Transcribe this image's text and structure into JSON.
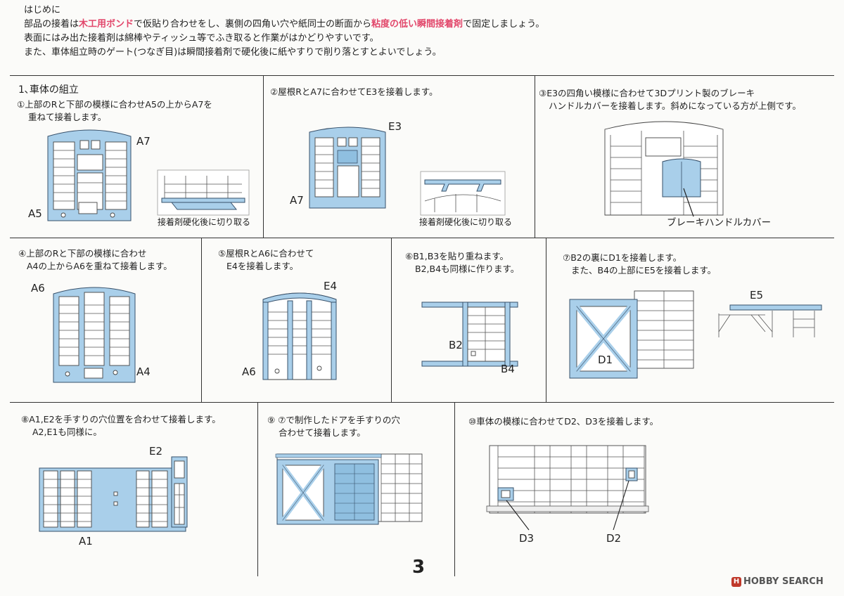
{
  "intro": {
    "heading": "はじめに",
    "line1_a": "部品の接着は",
    "line1_hl1": "木工用ボンド",
    "line1_b": "で仮貼り合わせをし、裏側の四角い穴や紙同士の断面から",
    "line1_hl2": "粘度の低い瞬間接着剤",
    "line1_c": "で固定しましょう。",
    "line2": "表面にはみ出た接着剤は綿棒やティッシュ等でふき取ると作業がはかどりやすいです。",
    "line3": "また、車体組立時のゲート(つなぎ目)は瞬間接着剤で硬化後に紙やすりで削り落とすとよいでしょう。"
  },
  "steps": {
    "s1": {
      "title": "1､車体の組立",
      "line1": "①上部のRと下部の模様に合わせA5の上からA7を",
      "line2": "重ねて接着します。",
      "label_top": "A7",
      "label_bottom": "A5",
      "inset": "接着剤硬化後に切り取る"
    },
    "s2": {
      "line1": "②屋根RとA7に合わせてE3を接着します。",
      "label_top": "E3",
      "label_bottom": "A7",
      "inset": "接着剤硬化後に切り取る"
    },
    "s3": {
      "line1": "③E3の四角い模様に合わせて3Dプリント製のブレーキ",
      "line2": "ハンドルカバーを接着します。斜めになっている方が上側です。",
      "callout": "ブレーキハンドルカバー"
    },
    "s4": {
      "line1": "④上部のRと下部の模様に合わせ",
      "line2": "A4の上からA6を重ねて接着します。",
      "label_top": "A6",
      "label_bottom": "A4"
    },
    "s5": {
      "line1": "⑤屋根RとA6に合わせて",
      "line2": "E4を接着します。",
      "label_top": "E4",
      "label_bottom": "A6"
    },
    "s6": {
      "line1": "⑥B1,B3を貼り重ねます。",
      "line2": "B2,B4も同様に作ります。",
      "label_left": "B2",
      "label_right": "B4"
    },
    "s7": {
      "line1": "⑦B2の裏にD1を接着します。",
      "line2": "また、B4の上部にE5を接着します。",
      "label_d1": "D1",
      "label_e5": "E5"
    },
    "s8": {
      "line1": "⑧A1,E2を手すりの穴位置を合わせて接着します。",
      "line2": "A2,E1も同様に。",
      "label_top": "E2",
      "label_bottom": "A1"
    },
    "s9": {
      "line1": "⑨ ⑦で制作したドアを手すりの穴",
      "line2": "合わせて接着します。"
    },
    "s10": {
      "line1": "⑩車体の模様に合わせてD2、D3を接着します。",
      "label_d3": "D3",
      "label_d2": "D2"
    }
  },
  "page_number": "3",
  "watermark": {
    "mark": "H",
    "text": "HOBBY SEARCH"
  },
  "colors": {
    "part_blue": "#a9cfea",
    "highlight": "#e2476b",
    "line": "#333333"
  }
}
